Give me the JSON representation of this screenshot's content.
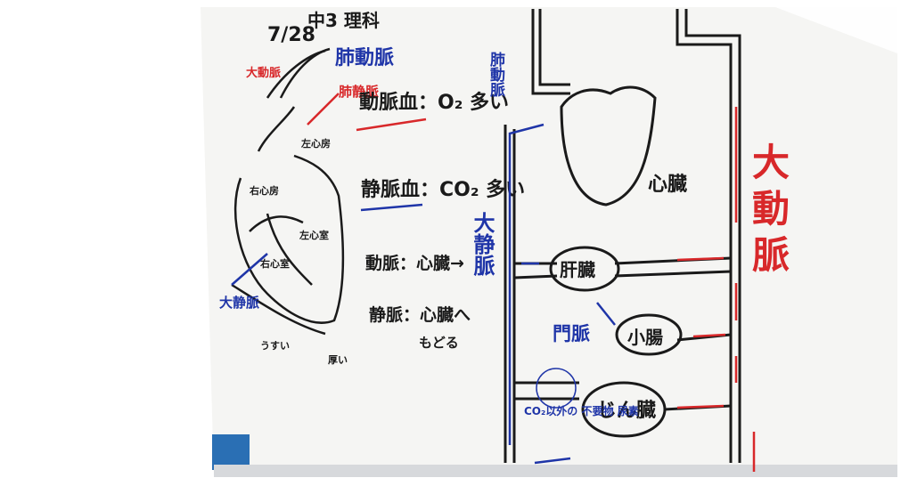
{
  "board": {
    "date": "7/28",
    "class_title": "中3 理科",
    "heart_diagram": {
      "pulmonary_artery": "肺動脈",
      "pulmonary_vein": "肺静脈",
      "aorta": "大動脈",
      "vena_cava": "大静脈",
      "right_atrium": "右心房",
      "left_atrium": "左心房",
      "right_ventricle": "右心室",
      "left_ventricle": "左心室",
      "thin": "うすい",
      "thick": "厚い"
    },
    "notes": {
      "arterial_blood": "動脈血：O₂ 多い",
      "venous_blood": "静脈血：CO₂ 多い",
      "artery_def": "動脈：心臓→",
      "vein_def_1": "静脈：心臓へ",
      "vein_def_2": "もどる"
    },
    "circulation": {
      "pulmonary_artery_vertical": "肺動脈",
      "heart": "心臓",
      "vena_cava_vertical": "大静脈",
      "liver": "肝臓",
      "portal_vein": "門脈",
      "small_intestine": "小腸",
      "kidney": "じん臓",
      "kidney_note": "CO₂以外の 不要物 尿素",
      "aorta_vertical": "大動脈"
    }
  },
  "colors": {
    "board": "#f4f4f2",
    "marker_black": "#1a1a1a",
    "marker_blue": "#1f35a8",
    "marker_red": "#d8282a"
  }
}
